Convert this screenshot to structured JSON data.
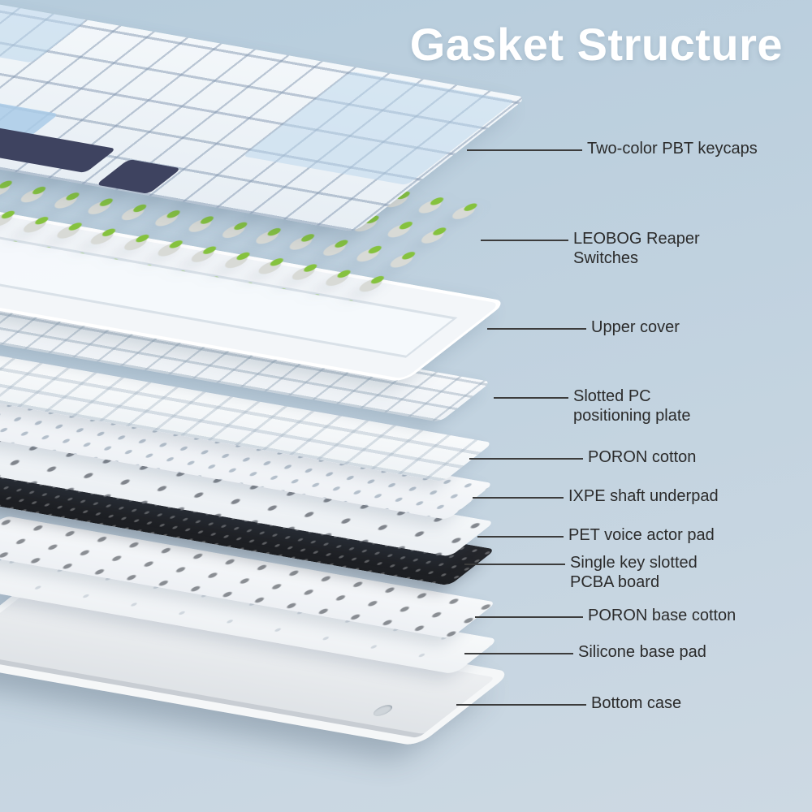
{
  "title": "Gasket Structure",
  "callouts": [
    {
      "id": "keycaps",
      "label": "Two-color PBT keycaps"
    },
    {
      "id": "switches",
      "label": "LEOBOG Reaper Switches"
    },
    {
      "id": "upper-cover",
      "label": "Upper cover"
    },
    {
      "id": "plate",
      "label": "Slotted PC positioning plate"
    },
    {
      "id": "poron",
      "label": "PORON cotton"
    },
    {
      "id": "ixpe",
      "label": "IXPE shaft underpad"
    },
    {
      "id": "pet",
      "label": "PET voice actor pad"
    },
    {
      "id": "pcba",
      "label": "Single key slotted PCBA board"
    },
    {
      "id": "poron-base",
      "label": "PORON base cotton"
    },
    {
      "id": "silicone",
      "label": "Silicone base pad"
    },
    {
      "id": "bottom-case",
      "label": "Bottom case"
    }
  ],
  "colors": {
    "background_top": "#b6ccdc",
    "background_bottom": "#cdd9e3",
    "title_color": "#ffffff",
    "label_color": "#2b2b2b",
    "line_color": "#3c3c3c",
    "switch_green": "#85c23e",
    "switch_gray": "#d8dad6",
    "keycap_navy": "#3e4360",
    "pcb_dark": "#26282d"
  }
}
